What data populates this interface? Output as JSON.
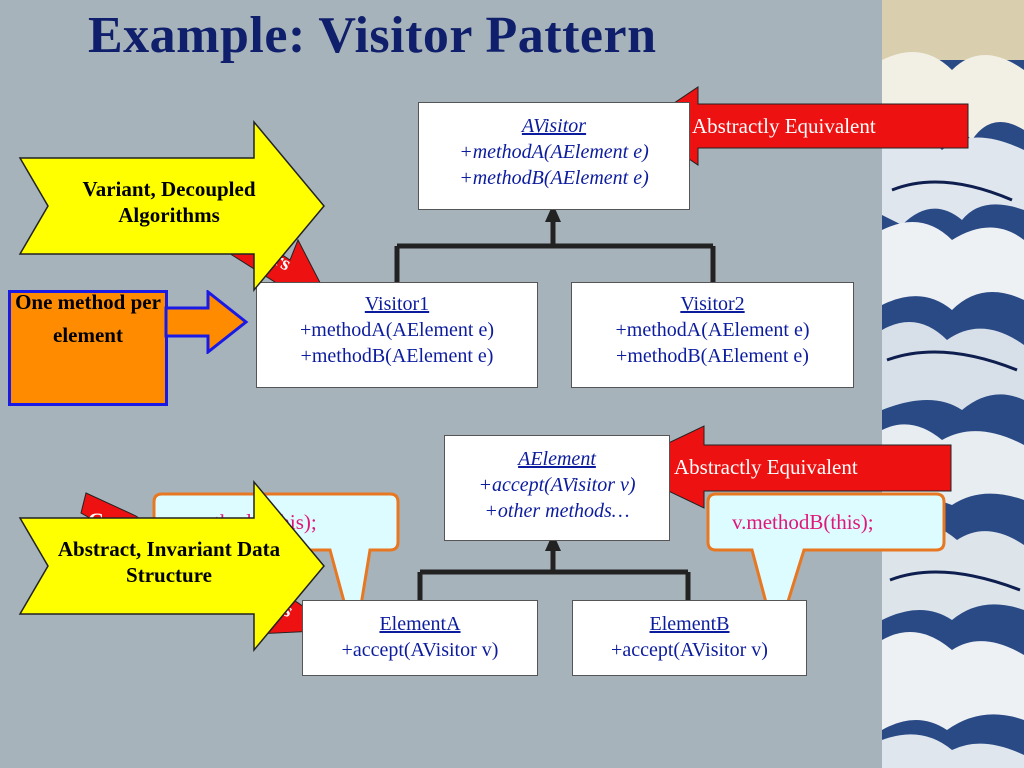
{
  "title": "Example:  Visitor Pattern",
  "avisitor": {
    "name": "AVisitor",
    "m1": "+methodA(AElement e)",
    "m2": "+methodB(AElement e)"
  },
  "visitor1": {
    "name": "Visitor1",
    "m1": "+methodA(AElement e)",
    "m2": "+methodB(AElement e)"
  },
  "visitor2": {
    "name": "Visitor2",
    "m1": "+methodA(AElement e)",
    "m2": "+methodB(AElement e)"
  },
  "aelement": {
    "name": "AElement",
    "m1": "+accept(AVisitor v)",
    "m2": "+other methods…"
  },
  "elementA": {
    "name": "ElementA",
    "m1": "+accept(AVisitor v)"
  },
  "elementB": {
    "name": "ElementB",
    "m1": "+accept(AVisitor v)"
  },
  "labels": {
    "abs_equiv_top": "Abstractly Equivalent",
    "abs_equiv_bottom": "Abstractly Equivalent",
    "variant": "Variant, Decoupled Algorithms",
    "one_method": "One method per element",
    "abstract_invariant": "Abstract, Invariant Data Structure",
    "visitors_partial": "Visitors",
    "elements_partial": "ts",
    "c_partial": "C",
    "callout_a": "v.methodA(this);",
    "callout_b": "v.methodB(this);"
  },
  "colors": {
    "background": "#a7b3ba",
    "title": "#0f1f6b",
    "red_arrow": "#ee1111",
    "yellow_arrow": "#ffff00",
    "orange_box": "#ff8c00",
    "callout_fill": "#ddfcff",
    "callout_border": "#e87722",
    "callout_text": "#e0167a",
    "uml_text": "#0c1c9e"
  }
}
